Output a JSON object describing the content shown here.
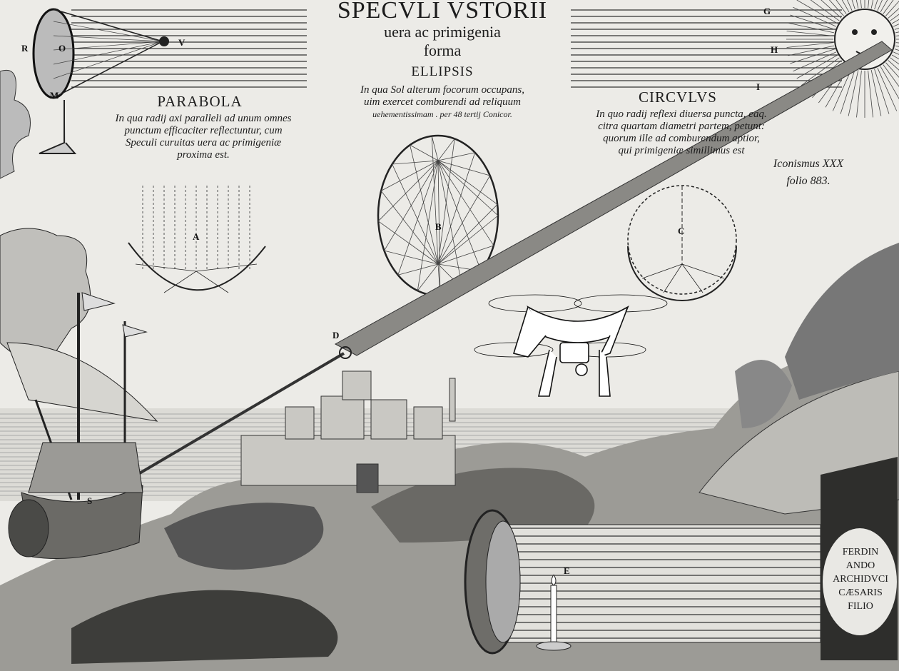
{
  "title": {
    "main": "SPECVLI VSTORII",
    "line2": "uera ac primigenia",
    "line3": "forma"
  },
  "parabola": {
    "heading": "PARABOLA",
    "text": [
      "In qua radij axi paralleli ad unum omnes",
      "punctum efficaciter reflectuntur, cum",
      "Speculi curuitas uera ac primigeniæ",
      "proxima est."
    ]
  },
  "ellipsis": {
    "heading": "ELLIPSIS",
    "text": [
      "In qua Sol alterum focorum occupans,",
      "uim exercet comburendi ad reliquum",
      "uehementissimam . per 48 tertij Conicor."
    ]
  },
  "circulus": {
    "heading": "CIRCVLVS",
    "text": [
      "In quo radij reflexi diuersa puncta, eaq.",
      "citra quartam diametri partem, petunt:",
      "quorum ille ad comburendum aptior,",
      "qui primigeniæ simillimus est"
    ]
  },
  "plate": {
    "line1": "Iconismus XXX",
    "line2": "folio 883."
  },
  "dedication": [
    "FERDIN",
    "ANDO",
    "ARCHIDVCI",
    "CÆSARIS",
    "FILIO"
  ],
  "letters": {
    "R": "R",
    "O": "O",
    "M": "M",
    "V": "V",
    "G": "G",
    "H": "H",
    "I": "I",
    "A": "A",
    "B": "B",
    "C": "C",
    "D": "D",
    "E": "E",
    "S": "S"
  },
  "colors": {
    "paper": "#ecebe7",
    "ink": "#1c1c1c"
  }
}
